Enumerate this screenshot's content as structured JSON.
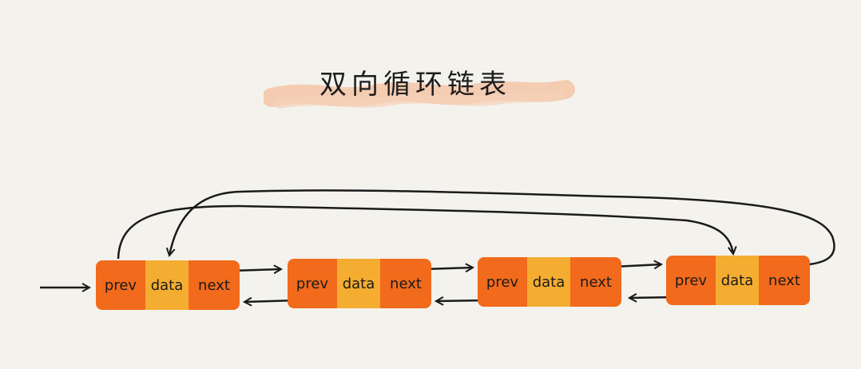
{
  "title": "双向循环链表",
  "colors": {
    "prev_next": "#f26a1c",
    "data": "#f4ad31",
    "brush": "#f3c6a6",
    "ink": "#1b1b1b",
    "background": "#f4f2ed"
  },
  "nodes": [
    {
      "prev": "prev",
      "data": "data",
      "next": "next"
    },
    {
      "prev": "prev",
      "data": "data",
      "next": "next"
    },
    {
      "prev": "prev",
      "data": "data",
      "next": "next"
    },
    {
      "prev": "prev",
      "data": "data",
      "next": "next"
    }
  ]
}
